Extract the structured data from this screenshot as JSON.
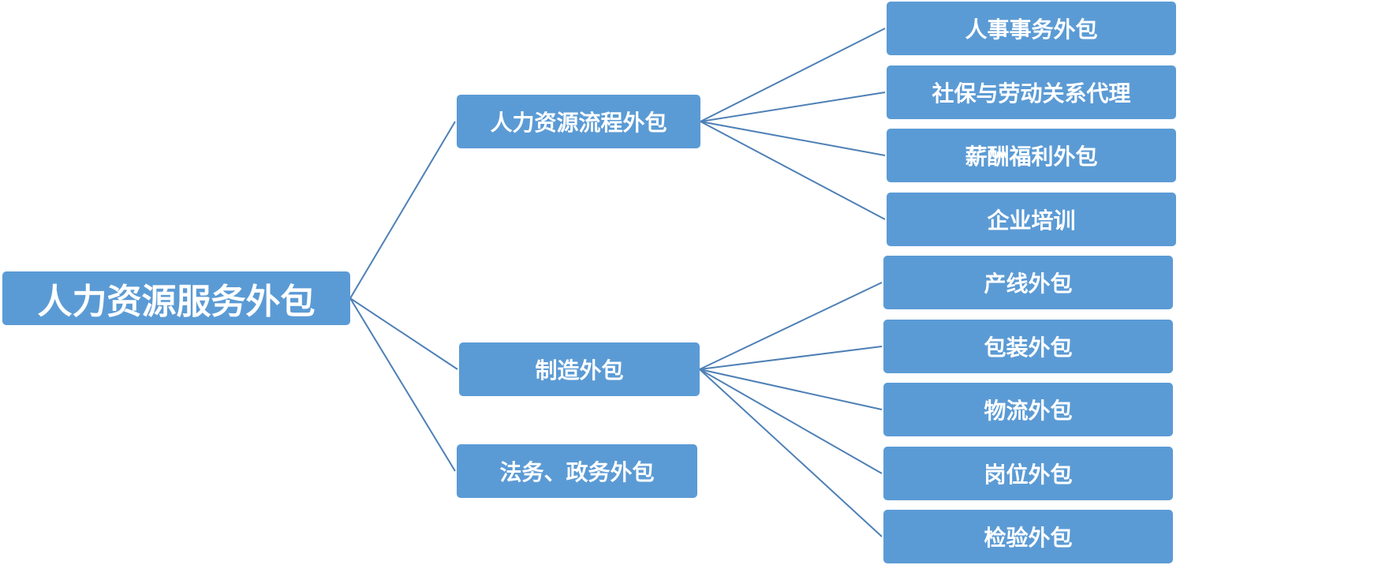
{
  "diagram": {
    "root": {
      "label": "人力资源服务外包"
    },
    "branches": [
      {
        "label": "人力资源流程外包",
        "children": [
          "人事事务外包",
          "社保与劳动关系代理",
          "薪酬福利外包",
          "企业培训"
        ]
      },
      {
        "label": "制造外包",
        "children": [
          "产线外包",
          "包装外包",
          "物流外包",
          "岗位外包",
          "检验外包"
        ]
      },
      {
        "label": "法务、政务外包",
        "children": []
      }
    ]
  },
  "colors": {
    "node_fill": "#5b9bd5",
    "connector": "#4e80b5",
    "text": "#ffffff"
  }
}
